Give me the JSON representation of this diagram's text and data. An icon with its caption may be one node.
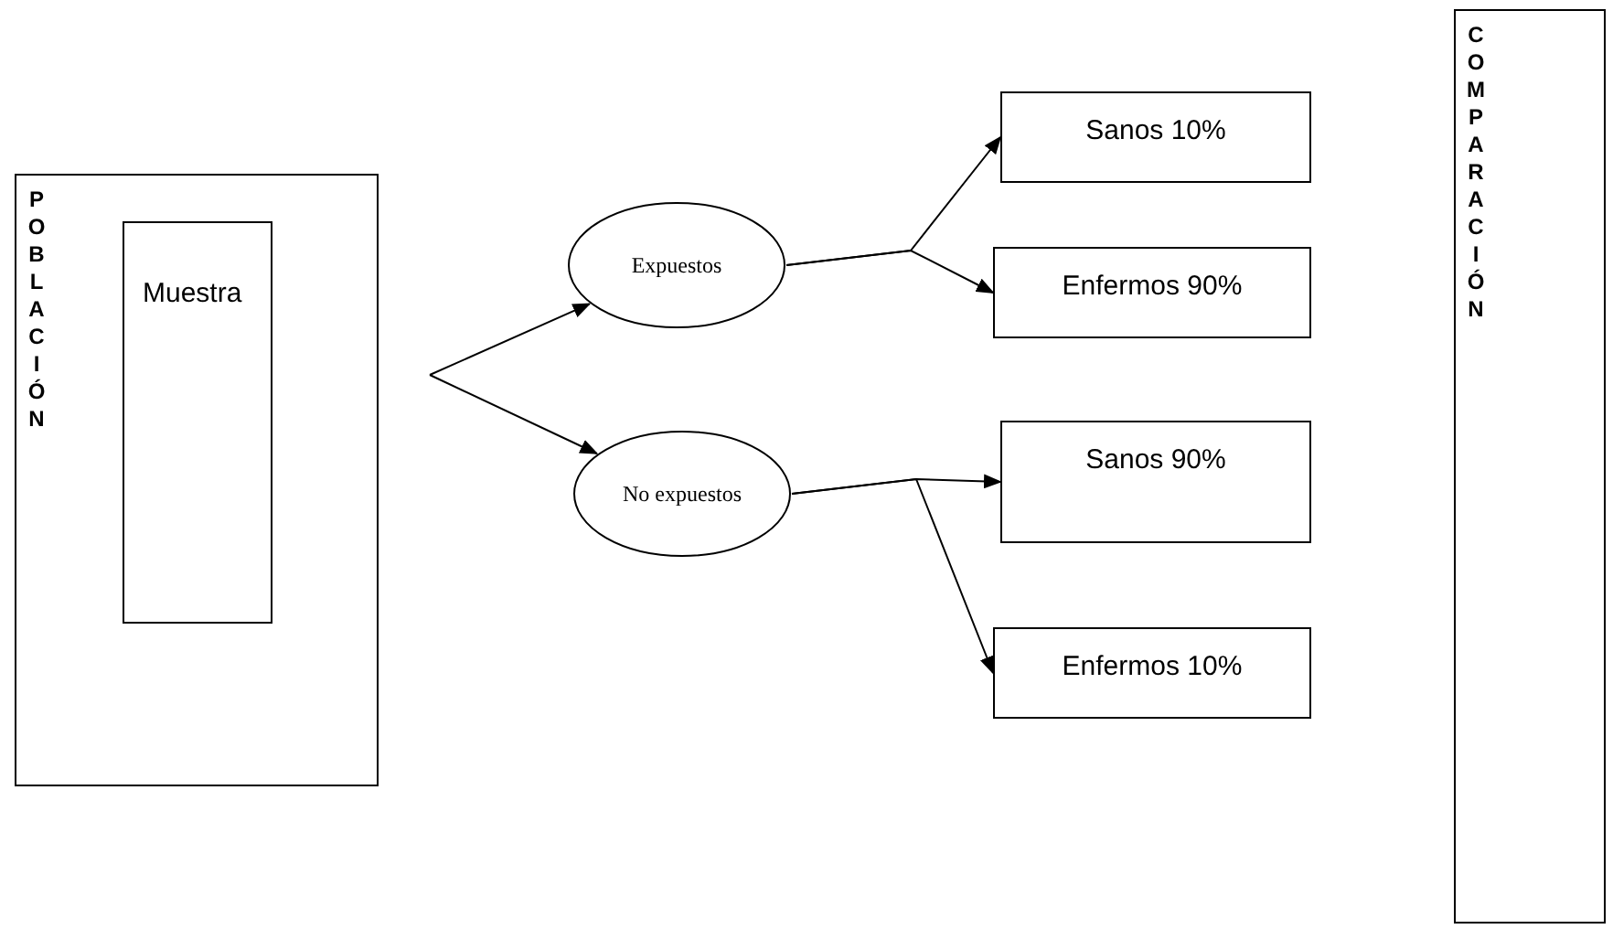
{
  "diagram": {
    "nodes": [
      {
        "text": [
          "POBLACIÓN"
        ]
      },
      {
        "text": [
          "Muestra"
        ],
        "in": 0
      },
      {
        "text": [
          "Expuestos"
        ]
      },
      {
        "text": [
          "No expuestos"
        ]
      },
      {
        "text": [
          "Sanos 10%"
        ]
      },
      {
        "text": [
          "Enfermos 90%"
        ]
      },
      {
        "text": [
          "Sanos 90%"
        ]
      },
      {
        "text": [
          "Enfermos 10%"
        ]
      },
      {
        "text": [
          "COMPARACIÓN"
        ]
      }
    ],
    "edges": [
      {
        "from": null,
        "to": 2,
        "arrow": "to"
      },
      {
        "from": null,
        "to": 3,
        "arrow": "to"
      },
      {
        "from": 2,
        "to": 4,
        "arrow": "to"
      },
      {
        "from": 2,
        "to": 5,
        "arrow": "to"
      },
      {
        "from": 3,
        "to": 6,
        "arrow": "to"
      },
      {
        "from": 3,
        "to": 7,
        "arrow": "to"
      }
    ]
  }
}
